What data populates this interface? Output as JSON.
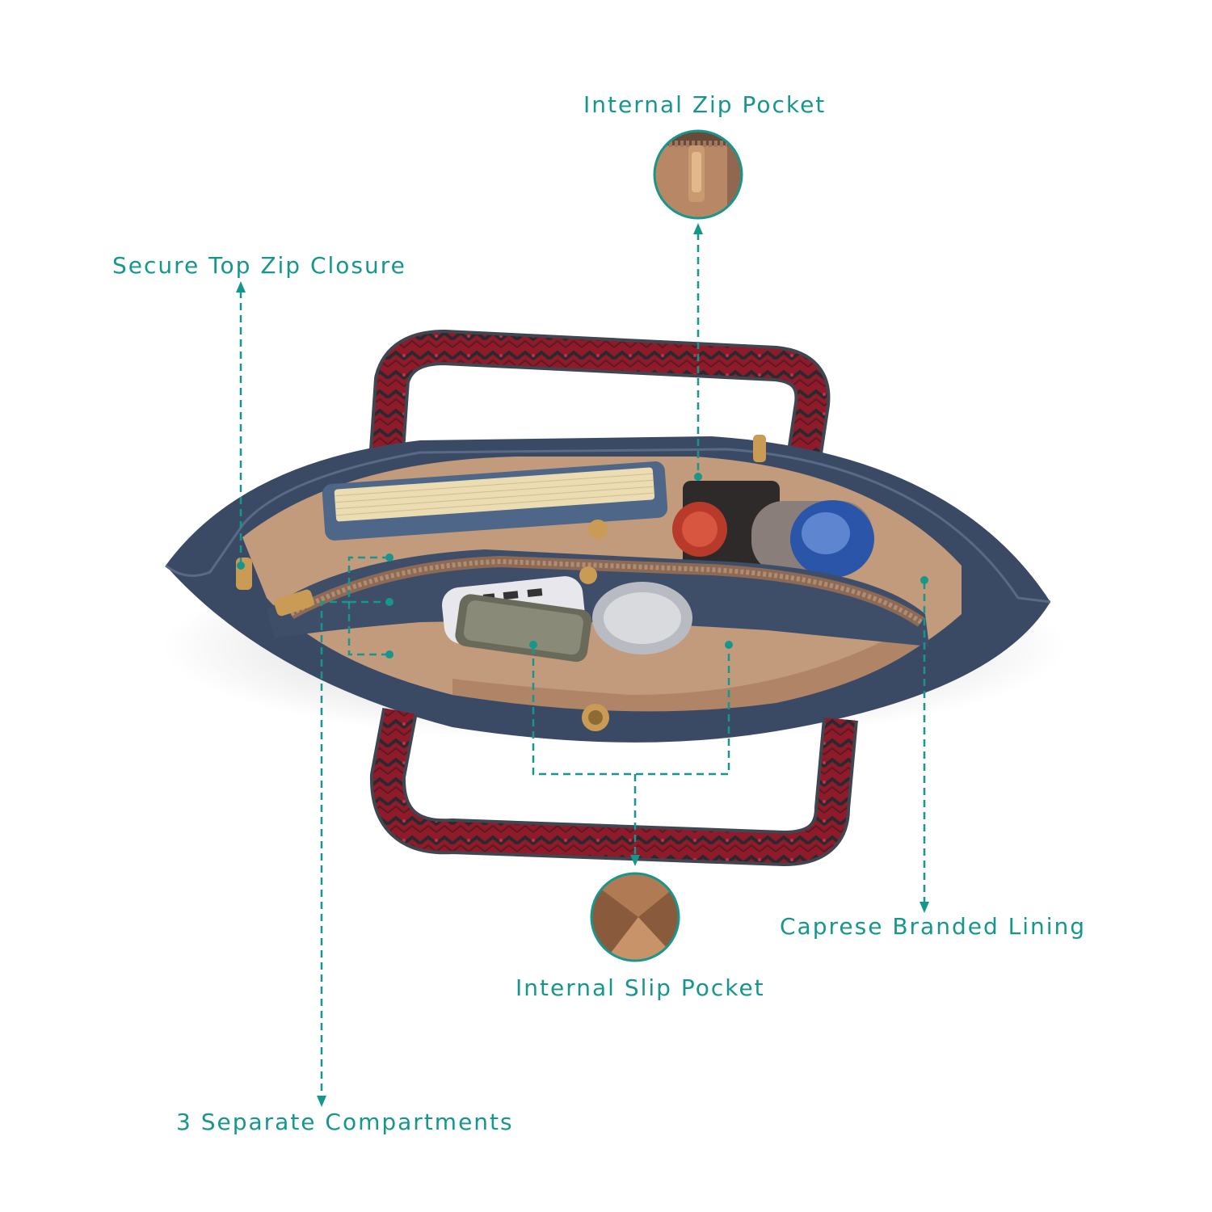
{
  "colors": {
    "accent": "#17968c",
    "bag_navy": "#3b4a64",
    "strap_red": "#8e1a2a",
    "lining_tan": "#c29a7c",
    "hardware_gold": "#c99b55"
  },
  "callouts": {
    "internal_zip_pocket": "Internal Zip Pocket",
    "secure_top_zip": "Secure Top Zip Closure",
    "branded_lining": "Caprese Branded Lining",
    "internal_slip_pocket": "Internal Slip Pocket",
    "separate_compartments": "3 Separate Compartments"
  }
}
